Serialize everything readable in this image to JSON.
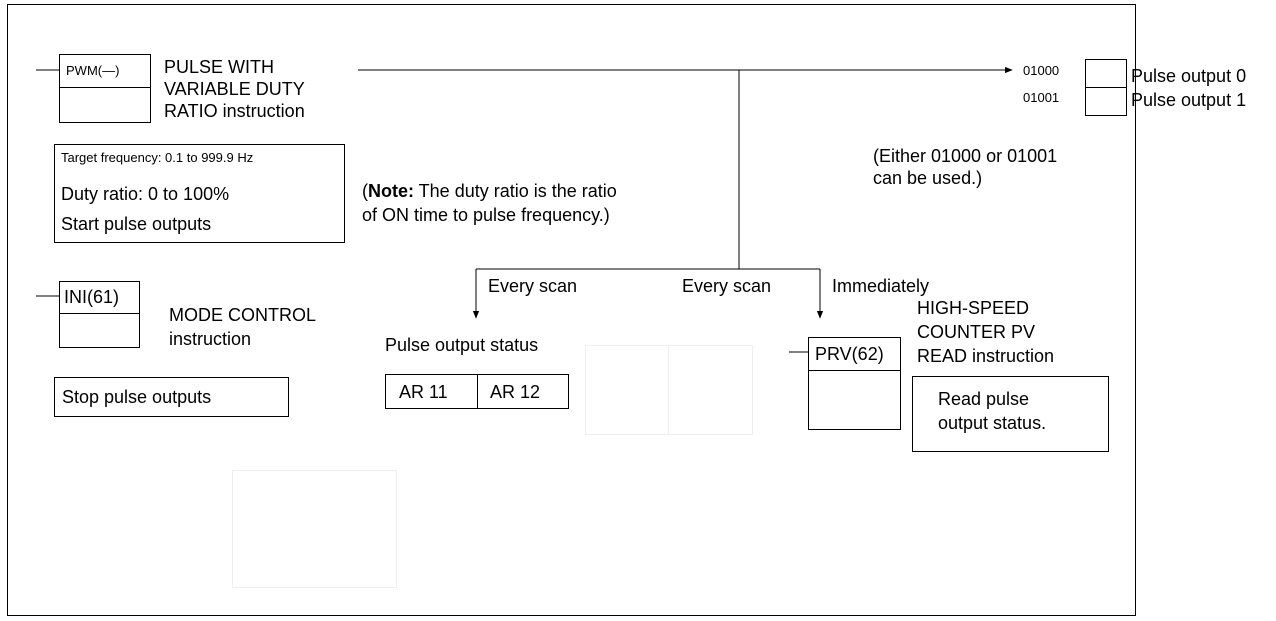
{
  "pwm": {
    "label": "PWM(—)",
    "title_lines": [
      "PULSE WITH",
      "VARIABLE DUTY",
      "RATIO instruction"
    ],
    "details": [
      "Target frequency: 0.1 to 999.9 Hz",
      "Duty ratio: 0 to 100%",
      "Start pulse outputs"
    ]
  },
  "note": {
    "bold": "Note:",
    "line1_rest": " The duty ratio is the ratio",
    "line2": "of ON time to pulse frequency.)",
    "open_paren": "("
  },
  "outputs": {
    "items": [
      {
        "address": "01000",
        "label": "Pulse output 0"
      },
      {
        "address": "01001",
        "label": "Pulse output 1"
      }
    ],
    "note_lines": [
      "(Either 01000 or 01001",
      "can be used.)"
    ]
  },
  "ini": {
    "label": "INI(61)",
    "title_lines": [
      "MODE CONTROL",
      "instruction"
    ],
    "action": "Stop pulse outputs"
  },
  "flow_labels": [
    "Every scan",
    "Every scan",
    "Immediately"
  ],
  "status": {
    "title": "Pulse output status",
    "cells": [
      "AR 11",
      "AR 12"
    ]
  },
  "prv": {
    "label": "PRV(62)",
    "title_lines": [
      "HIGH-SPEED",
      "COUNTER PV",
      "READ instruction"
    ],
    "action_lines": [
      "Read pulse",
      "output status."
    ]
  },
  "colors": {
    "line": "#000000",
    "ghost": "#efefef"
  }
}
